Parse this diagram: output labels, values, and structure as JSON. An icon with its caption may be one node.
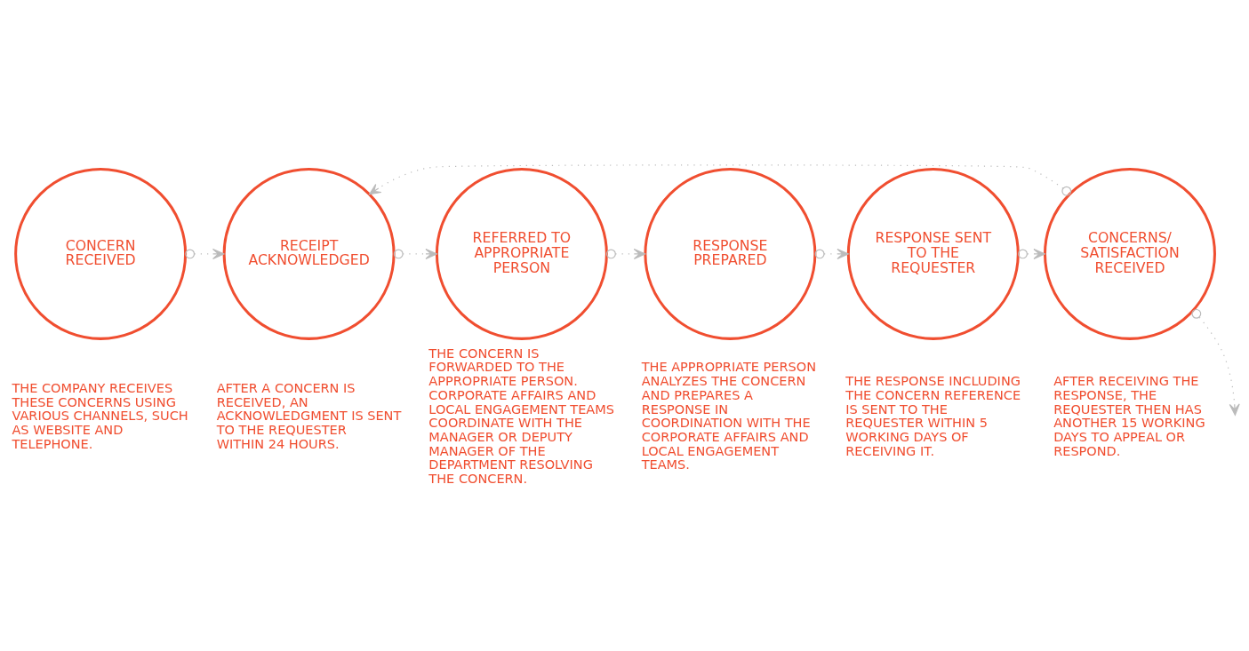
{
  "diagram": {
    "nodes": [
      {
        "text": [
          "CONCERN RECEIVED"
        ],
        "beside": [
          "THE COMPANY RECEIVES THESE CONCERNS USING VARIOUS CHANNELS, SUCH AS WEBSITE AND TELEPHONE."
        ]
      },
      {
        "text": [
          "RECEIPT ACKNOWLEDGED"
        ],
        "beside": [
          "AFTER A CONCERN IS RECEIVED, AN ACKNOWLEDGMENT IS SENT TO THE REQUESTER WITHIN 24 HOURS."
        ]
      },
      {
        "text": [
          "REFERRED TO APPROPRIATE PERSON"
        ],
        "beside": [
          "THE CONCERN IS FORWARDED TO THE APPROPRIATE PERSON. CORPORATE AFFAIRS AND LOCAL ENGAGEMENT TEAMS COORDINATE WITH THE MANAGER OR DEPUTY MANAGER OF THE DEPARTMENT RESOLVING THE CONCERN."
        ]
      },
      {
        "text": [
          "RESPONSE PREPARED"
        ],
        "beside": [
          "THE APPROPRIATE PERSON ANALYZES THE CONCERN AND PREPARES A RESPONSE IN COORDINATION WITH THE CORPORATE AFFAIRS AND LOCAL ENGAGEMENT TEAMS."
        ]
      },
      {
        "text": [
          "RESPONSE SENT TO THE REQUESTER"
        ],
        "beside": [
          "THE RESPONSE INCLUDING THE CONCERN REFERENCE IS SENT TO THE REQUESTER WITHIN 5 WORKING DAYS OF RECEIVING IT."
        ]
      },
      {
        "text": [
          "CONCERNS/ SATISFACTION RECEIVED"
        ],
        "beside": [
          "AFTER RECEIVING THE RESPONSE, THE REQUESTER THEN HAS ANOTHER 15 WORKING DAYS TO APPEAL OR RESPOND."
        ]
      }
    ],
    "edges": [
      {
        "from": 0,
        "to": 1,
        "arrow": "to",
        "style": "dashed"
      },
      {
        "from": 1,
        "to": 2,
        "arrow": "to",
        "style": "dashed"
      },
      {
        "from": 2,
        "to": 3,
        "arrow": "to",
        "style": "dashed"
      },
      {
        "from": 3,
        "to": 4,
        "arrow": "to",
        "style": "dashed"
      },
      {
        "from": 4,
        "to": 5,
        "arrow": "to",
        "style": "dashed"
      },
      {
        "from": 5,
        "to": null,
        "arrow": "to",
        "style": "dashed"
      },
      {
        "from": 5,
        "to": 1,
        "arrow": "to",
        "style": "dashed"
      }
    ]
  }
}
